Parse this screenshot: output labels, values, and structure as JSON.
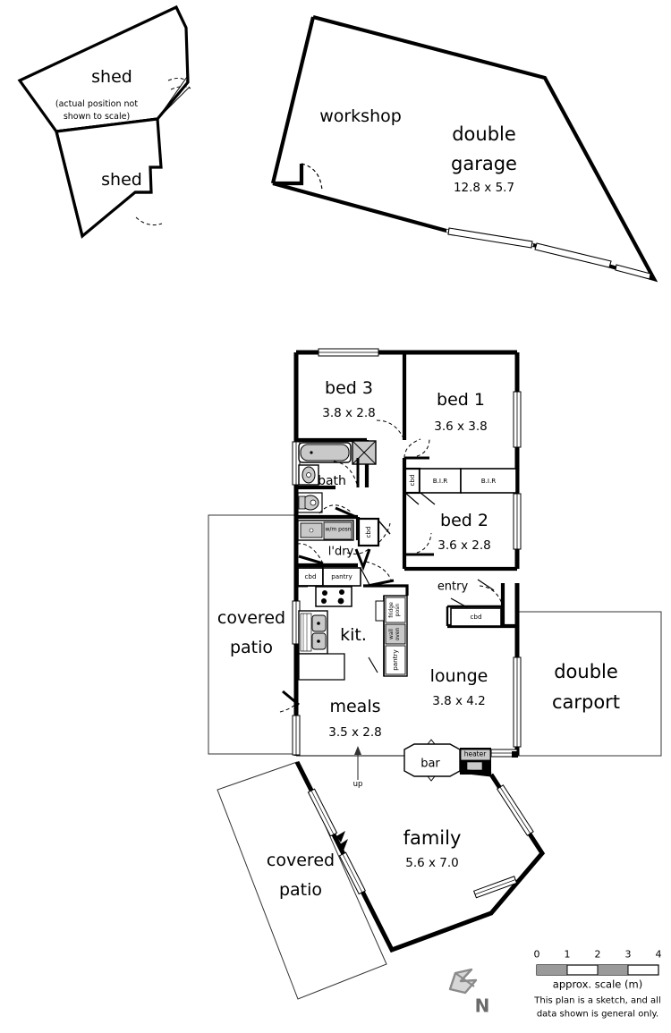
{
  "document": {
    "type": "real-estate-floor-plan-sketch",
    "disclaimer_line1": "This plan is a sketch, and all",
    "disclaimer_line2": "data shown is general only."
  },
  "outbuildings": {
    "shed_upper_label": "shed",
    "shed_note_line1": "(actual position not",
    "shed_note_line2": "shown to scale)",
    "shed_lower_label": "shed",
    "workshop_label": "workshop",
    "garage_label_line1": "double",
    "garage_label_line2": "garage",
    "garage_dimensions": "12.8 x 5.7"
  },
  "house": {
    "rooms": [
      {
        "name": "bed 3",
        "dimensions": "3.8 x 2.8"
      },
      {
        "name": "bed 1",
        "dimensions": "3.6 x 3.8"
      },
      {
        "name": "bed 2",
        "dimensions": "3.6 x 2.8"
      },
      {
        "name": "bath",
        "dimensions": ""
      },
      {
        "name": "l'dry",
        "dimensions": ""
      },
      {
        "name": "kit.",
        "dimensions": ""
      },
      {
        "name": "meals",
        "dimensions": "3.5 x 2.8"
      },
      {
        "name": "lounge",
        "dimensions": "3.8 x 4.2"
      },
      {
        "name": "entry",
        "dimensions": ""
      },
      {
        "name": "family",
        "dimensions": "5.6 x 7.0"
      }
    ],
    "fixtures": {
      "cbd_bed1": "cbd",
      "bir_left": "B.I.R",
      "bir_right": "B.I.R",
      "cbd_hall": "cbd",
      "cbd_kitchen": "cbd",
      "cbd_entry": "cbd",
      "pantry_upper": "pantry",
      "pantry_lower": "pantry",
      "washing_machine": "w/m posn",
      "fridge": "fridge posn",
      "wall_oven": "wall oven",
      "bar": "bar",
      "heater": "heater",
      "stairs_direction": "up"
    },
    "exterior": {
      "covered_patio_left_line1": "covered",
      "covered_patio_left_line2": "patio",
      "covered_patio_lower_line1": "covered",
      "covered_patio_lower_line2": "patio",
      "carport_line1": "double",
      "carport_line2": "carport"
    }
  },
  "scale": {
    "caption": "approx. scale (m)",
    "ticks": [
      "0",
      "1",
      "2",
      "3",
      "4"
    ],
    "max_meters": 4
  },
  "compass": {
    "label": "N",
    "icon": "north-arrow-icon"
  },
  "colors": {
    "wall": "#000000",
    "thin_line": "#333333",
    "fixture_fill": "#c9c9c9",
    "scale_fill": "#9a9a9a",
    "compass": "#808080",
    "background": "#ffffff"
  }
}
